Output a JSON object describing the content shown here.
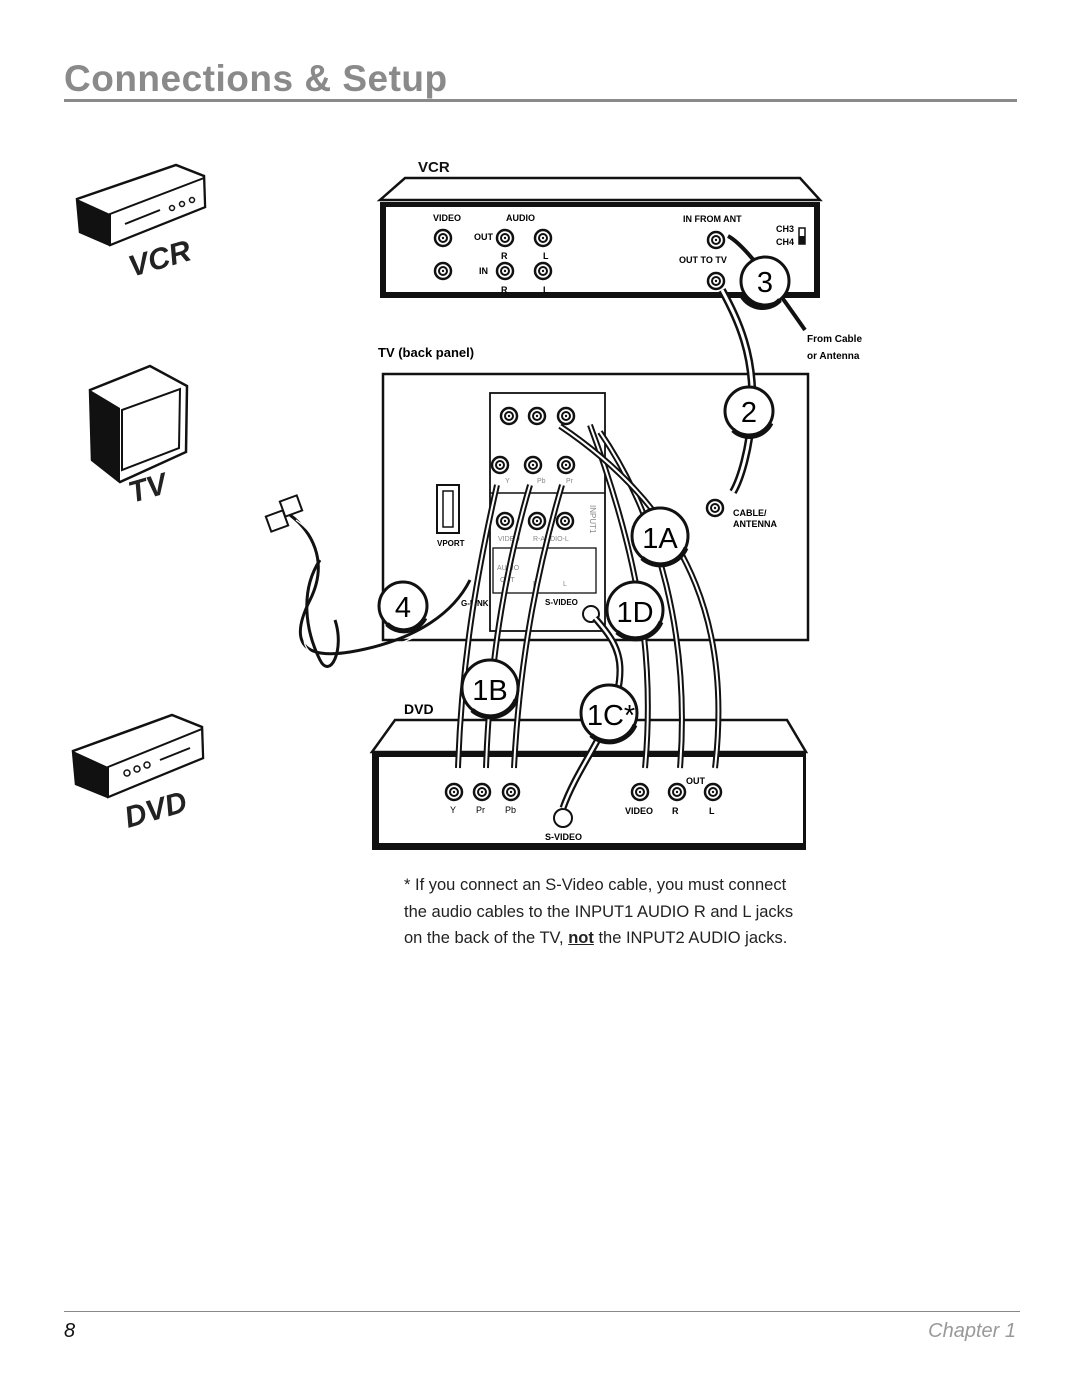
{
  "header": {
    "title": "Connections & Setup"
  },
  "icons": {
    "vcr": "VCR",
    "tv": "TV",
    "dvd": "DVD"
  },
  "vcr": {
    "title": "VCR",
    "video": "VIDEO",
    "audio": "AUDIO",
    "out": "OUT",
    "in": "IN",
    "r": "R",
    "l": "L",
    "in_from_ant": "IN FROM ANT",
    "out_to_tv": "OUT TO TV",
    "ch3": "CH3",
    "ch4": "CH4"
  },
  "tv": {
    "title": "TV (back panel)",
    "vport": "VPORT",
    "glink": "G-LINK",
    "svideo": "S-VIDEO",
    "input1": "INPUT1",
    "video": "VIDEO",
    "r_audio_l": "R-AUDIO-L",
    "audio": "AUDIO",
    "out": "OUT",
    "r": "R",
    "l": "L",
    "y": "Y",
    "pb": "Pb",
    "pr": "Pr",
    "cable_antenna_1": "CABLE/",
    "cable_antenna_2": "ANTENNA"
  },
  "from_cable": {
    "line1": "From Cable",
    "line2": "or Antenna"
  },
  "dvd": {
    "title": "DVD",
    "y": "Y",
    "pr": "Pr",
    "pb": "Pb",
    "video": "VIDEO",
    "r": "R",
    "l": "L",
    "out": "OUT",
    "svideo": "S-VIDEO"
  },
  "steps": {
    "s1a": "1A",
    "s1b": "1B",
    "s1c": "1C*",
    "s1d": "1D",
    "s2": "2",
    "s3": "3",
    "s4": "4"
  },
  "note": {
    "part1": "* If you connect an S-Video cable, you must connect the audio cables to the INPUT1 AUDIO R and L jacks on the back of the TV, ",
    "not": "not",
    "part2": " the INPUT2 AUDIO jacks."
  },
  "footer": {
    "page": "8",
    "chapter": "Chapter 1"
  }
}
